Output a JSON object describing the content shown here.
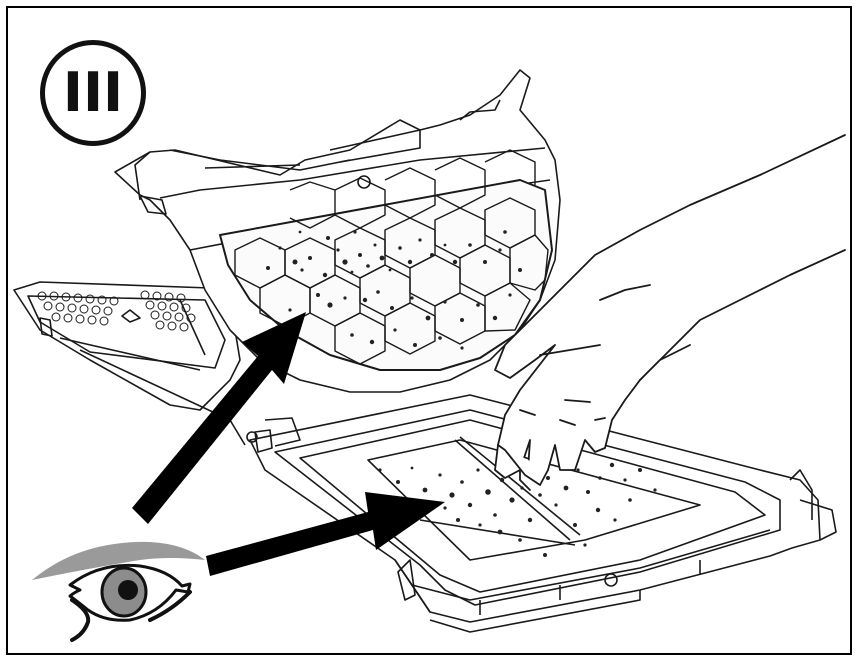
{
  "step": {
    "label": "III"
  },
  "icons": {
    "eye": "eye-icon",
    "arrows": [
      "arrow-to-filter",
      "arrow-to-tray"
    ]
  },
  "colors": {
    "line": "#1a1a1a",
    "arrow": "#000000",
    "eye_iris": "#8c8c8c",
    "eyebrow": "#9a9a9a",
    "lint": "#222222"
  }
}
